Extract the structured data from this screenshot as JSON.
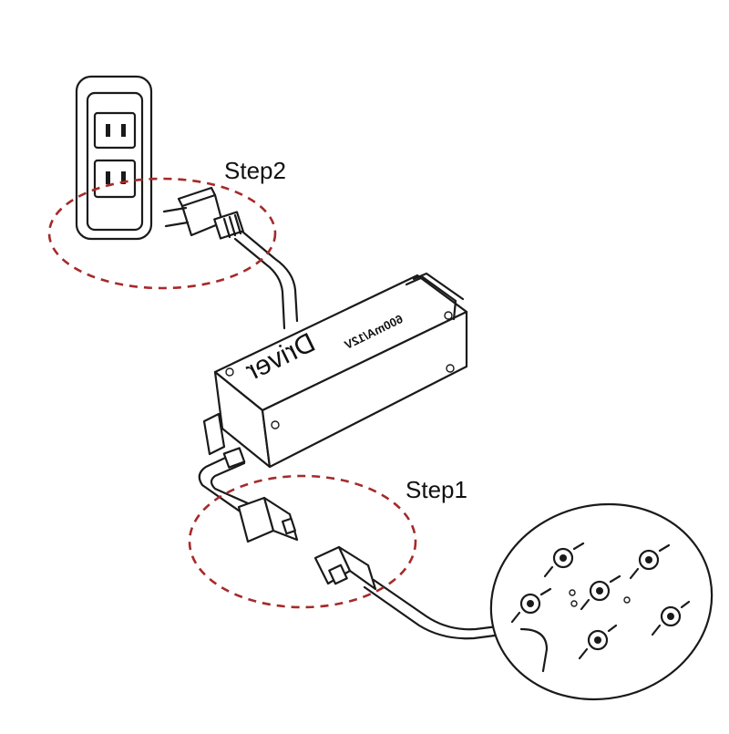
{
  "steps": {
    "step2": "Step2",
    "step1": "Step1"
  },
  "driver": {
    "brand": "Driver",
    "rating": "600mA/12V"
  },
  "colors": {
    "highlight": "#a52a2a",
    "line": "#1a1a1a"
  },
  "icons": [
    "wall-outlet-icon",
    "plug-icon",
    "driver-box-icon",
    "connector-icon",
    "led-board-icon"
  ]
}
